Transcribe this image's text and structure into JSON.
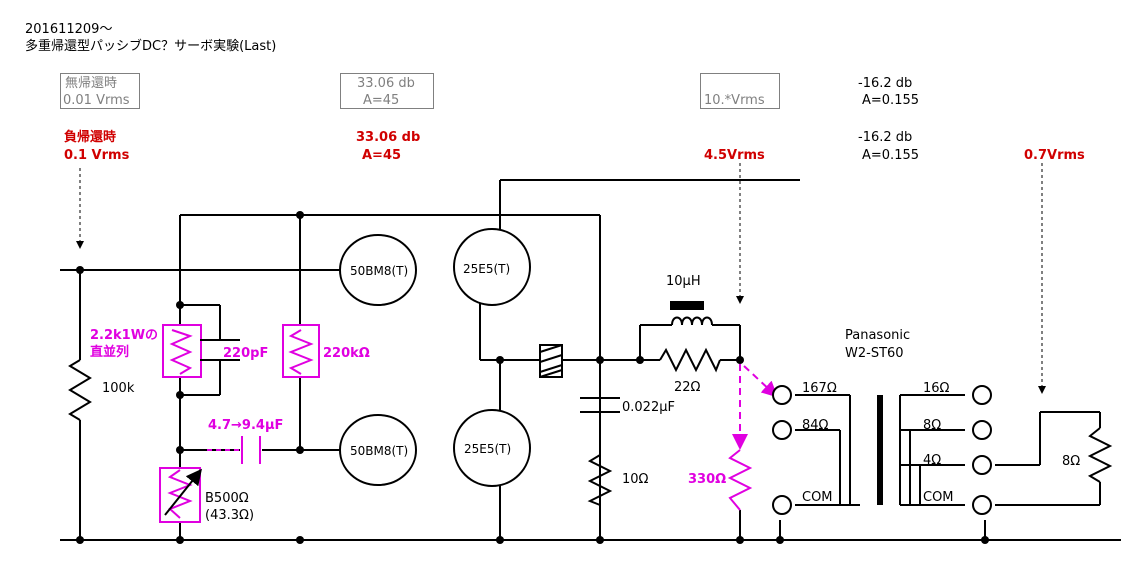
{
  "header": {
    "date": "201611209～",
    "title": "多重帰還型パッシブDC？サーボ実験(Last)"
  },
  "measurements": {
    "no_feedback_label": "無帰還時",
    "no_feedback_in": "0.01 Vrms",
    "gain1_db": "33.06  db",
    "gain1_a": "A=45",
    "out1": "10.*Vrms",
    "att1_db": "-16.2  db",
    "att1_a": "A=0.155",
    "feedback_label": "負帰還時",
    "feedback_in": "0.1 Vrms",
    "gain2_db": "33.06  db",
    "gain2_a": "A=45",
    "out2": "4.5Vrms",
    "att2_db": "-16.2  db",
    "att2_a": "A=0.155",
    "speaker_v": "0.7Vrms"
  },
  "components": {
    "r_in": "100k",
    "r_parallel": "2.2k1Wの\n直並列",
    "c_220p": "220pF",
    "r_220k": "220kΩ",
    "c_coupling": "4.7→9.4μF",
    "vr": "B500Ω\n(43.3Ω)",
    "tube1": "50BM8(T)",
    "tube2": "50BM8(T)",
    "tube3": "25E5(T)",
    "tube4": "25E5(T)",
    "inductor": "10μH",
    "r_22": "22Ω",
    "c_0022": "0.022μF",
    "r_10": "10Ω",
    "r_330": "330Ω",
    "transformer_brand": "Panasonic",
    "transformer_model": "W2-ST60",
    "tap_167": "167Ω",
    "tap_84": "84Ω",
    "tap_com_pri": "COM",
    "tap_16": "16Ω",
    "tap_8": "8Ω",
    "tap_4": "4Ω",
    "tap_com_sec": "COM",
    "r_load": "8Ω"
  },
  "colors": {
    "wire": "#000000",
    "feedback": "#e000e0",
    "measure": "#d00000"
  }
}
